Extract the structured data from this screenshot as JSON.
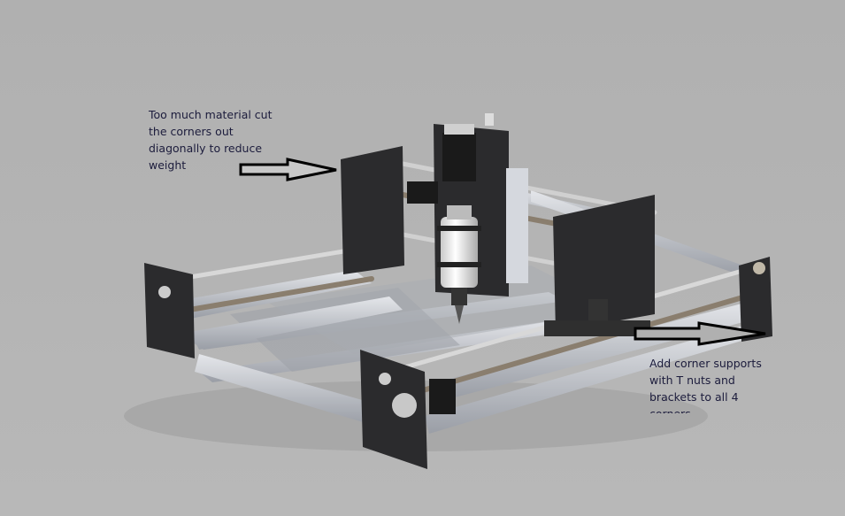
{
  "annotations": {
    "top_left": {
      "lines": [
        "Too much material cut",
        "the corners out",
        "diagonally to reduce",
        "weight"
      ]
    },
    "bottom_right": {
      "lines": [
        "Add corner supports",
        "with T nuts and",
        "brackets to all 4",
        "corners"
      ]
    }
  },
  "colors": {
    "background": "#b3b3b3",
    "plate": "#2b2b2d",
    "rail": "#c9ccd2",
    "annotation_text": "#1c1c3c"
  }
}
